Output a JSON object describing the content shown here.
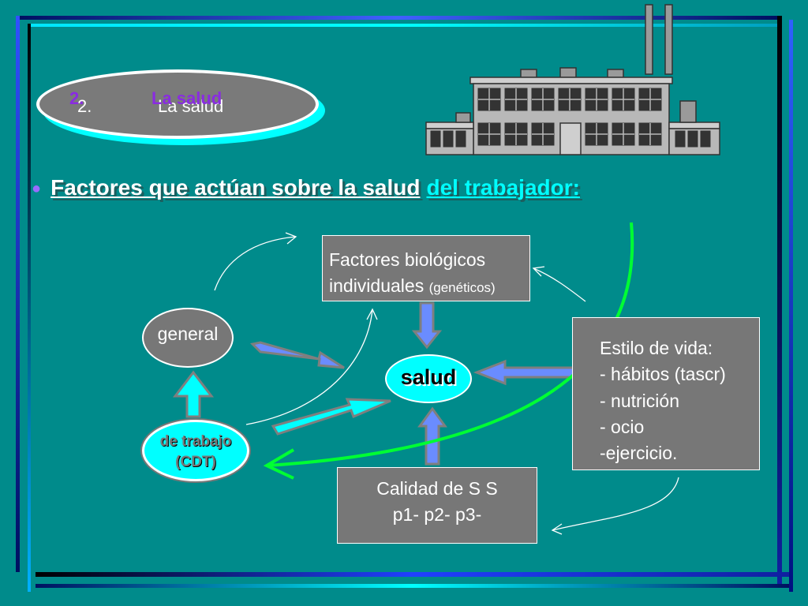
{
  "title": {
    "number": "2.",
    "text": "La salud"
  },
  "heading": {
    "part1": "Factores que actúan sobre la salud",
    "part2": "del trabajador:"
  },
  "nodes": {
    "biologicos": {
      "line1": "Factores  biológicos",
      "line2": "individuales",
      "note": "(genéticos)"
    },
    "general": "general",
    "salud": "salud",
    "trabajo": {
      "line1": "de trabajo",
      "line2": "(CDT)"
    },
    "estilo": {
      "title": "Estilo de vida:",
      "items": [
        "- hábitos (tascr)",
        "- nutrición",
        "- ocio",
        "-ejercicio."
      ]
    },
    "calidad": {
      "line1": "Calidad de   S S",
      "line2": "p1- p2- p3-"
    }
  },
  "colors": {
    "background": "#008b8b",
    "box": "#777777",
    "arrow_blue": "#6a8cff",
    "arrow_green": "#00ff33",
    "cyan": "#00ffff",
    "accent_purple": "#8a2be2"
  },
  "icons": {
    "factory": "factory-icon"
  }
}
